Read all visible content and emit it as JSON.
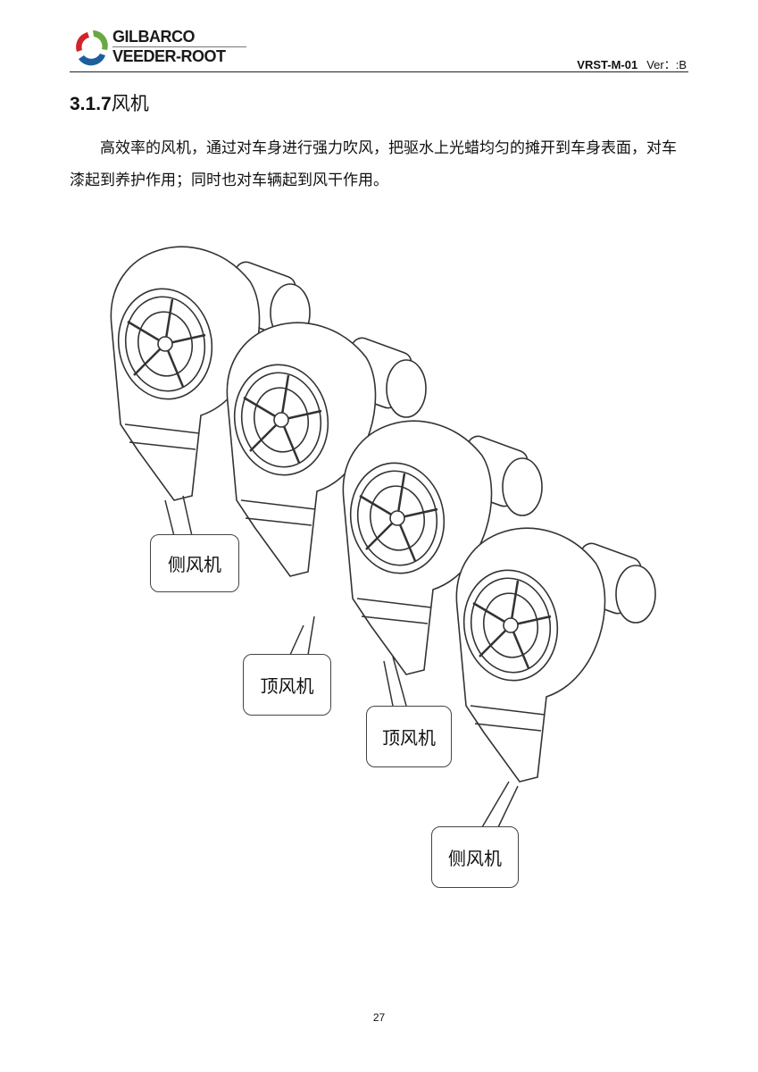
{
  "header": {
    "brand_line1": "GILBARCO",
    "brand_line2": "VEEDER-ROOT",
    "doc_code": "VRST-M-01",
    "version": "Ver：:B"
  },
  "section": {
    "number": "3.1.7",
    "title": "风机"
  },
  "body_text": "高效率的风机，通过对车身进行强力吹风，把驱水上光蜡均匀的摊开到车身表面，对车漆起到养护作用；同时也对车辆起到风干作用。",
  "figure": {
    "callouts": [
      "侧风机",
      "顶风机",
      "顶风机",
      "侧风机"
    ]
  },
  "footer": {
    "page_number": "27"
  },
  "colors": {
    "logo_red": "#d2232a",
    "logo_green": "#6aa842",
    "logo_blue": "#1c5f9c"
  }
}
